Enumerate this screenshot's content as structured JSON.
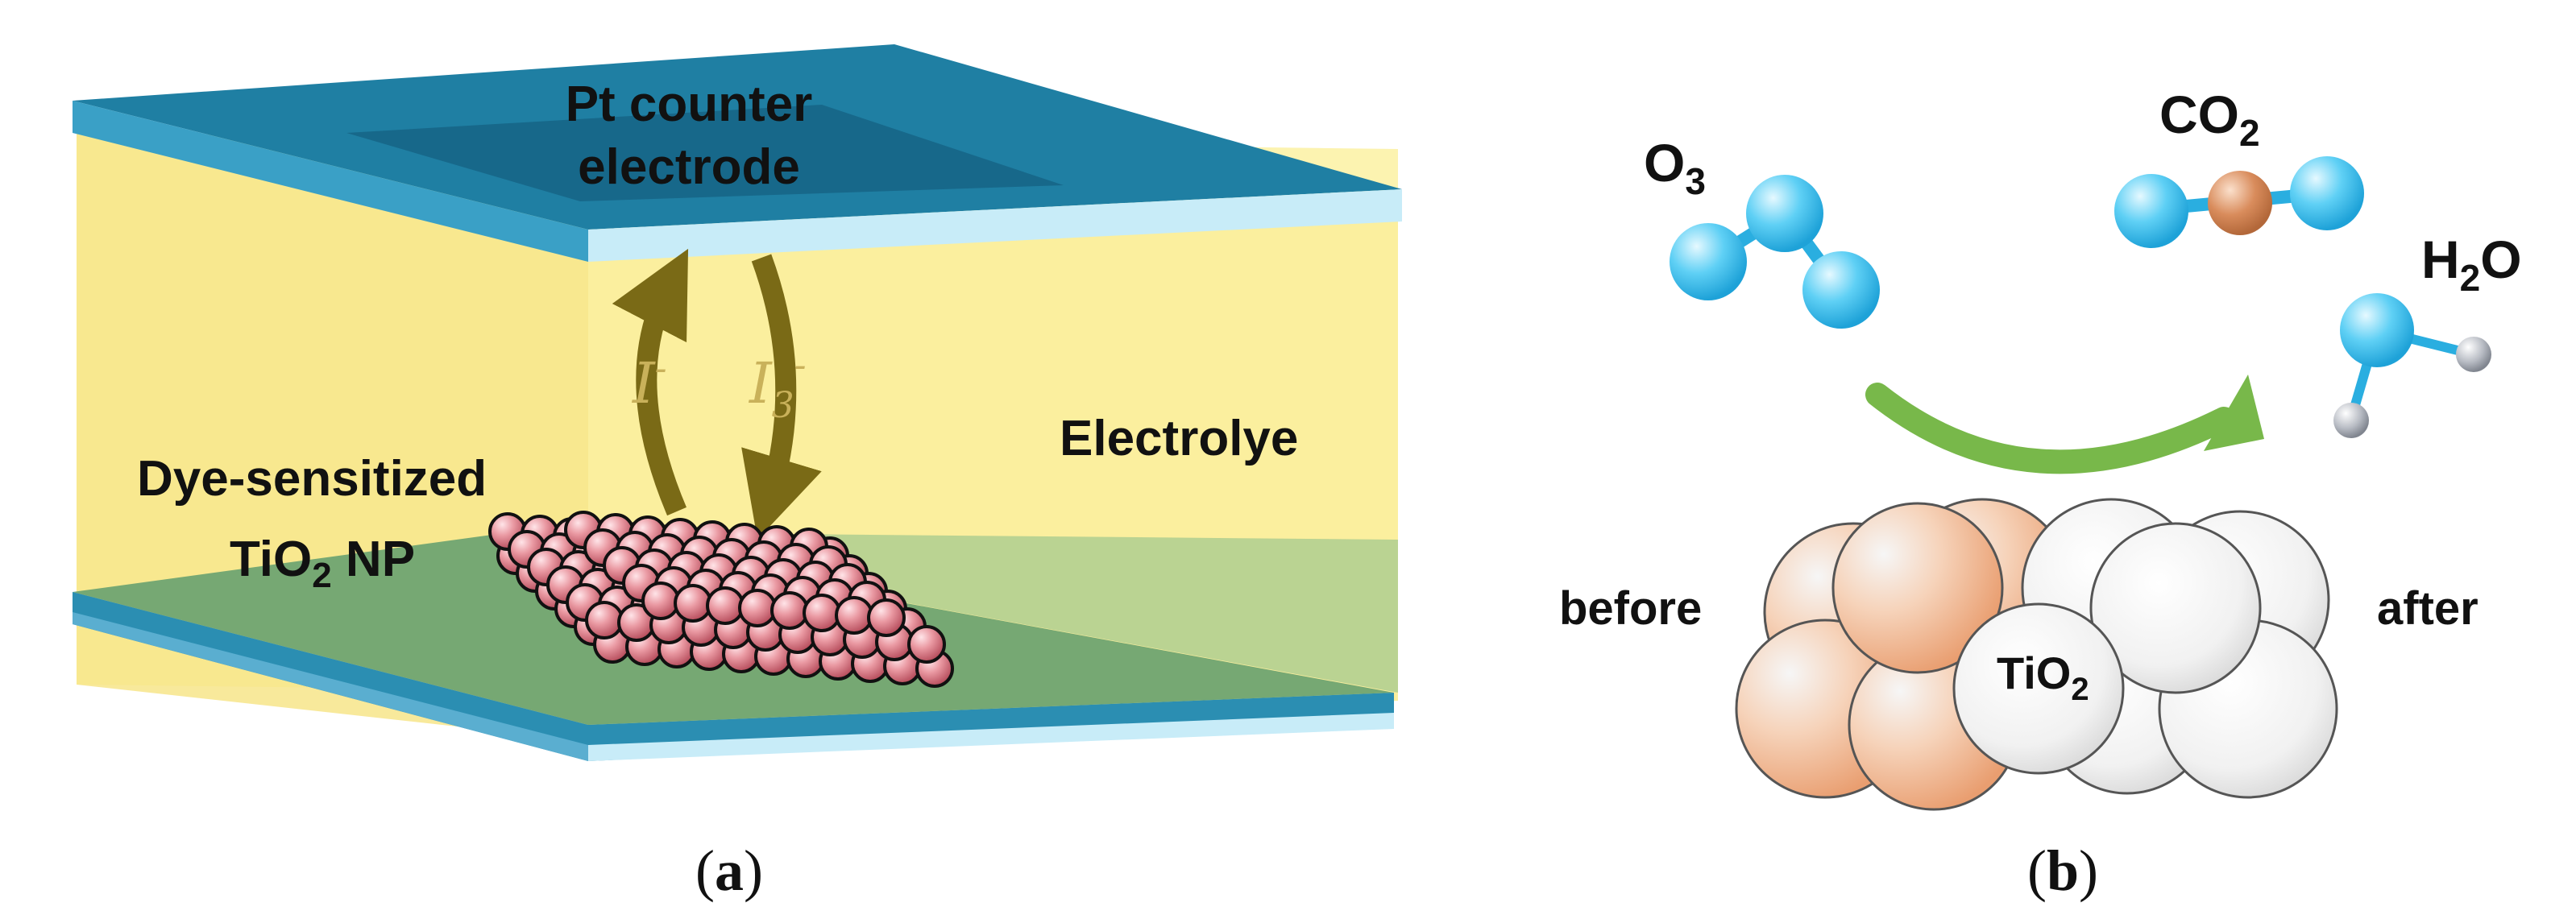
{
  "panel_a": {
    "top_electrode_label_line1": "Pt counter",
    "top_electrode_label_line2": "electrode",
    "ion_up": "I",
    "ion_up_sup": "-",
    "ion_down": "I",
    "ion_down_sub": "3",
    "ion_down_sup": "-",
    "electrolyte_label": "Electrolye",
    "dye_label_line1": "Dye-sensitized",
    "dye_label_line2_main": "TiO",
    "dye_label_line2_sub": "2",
    "dye_label_line2_rest": " NP",
    "caption_open": "(",
    "caption_letter": "a",
    "caption_close": ")",
    "colors": {
      "electrode_top": "#1f7fa3",
      "electrode_edge": "#c8ecf8",
      "electrolyte": "#fbef9e",
      "bottom_plate": "#6fa86f",
      "nanoparticle": "#e89aa2",
      "arrow": "#7a6a16"
    }
  },
  "panel_b": {
    "o3_main": "O",
    "o3_sub": "3",
    "co2_main": "CO",
    "co2_sub": "2",
    "h2o_main": "H",
    "h2o_sub": "2",
    "h2o_rest": "O",
    "before_label": "before",
    "after_label": "after",
    "tio2_main": "TiO",
    "tio2_sub": "2",
    "caption_open": "(",
    "caption_letter": "b",
    "caption_close": ")",
    "colors": {
      "oxygen_atom": "#4fc6f0",
      "carbon_atom": "#d98c5c",
      "hydrogen_atom": "#b8bcc4",
      "reaction_arrow": "#78b84a",
      "tio2_sphere": "#eeeeee",
      "tio2_sphere_before": "#f2c7a8"
    }
  }
}
